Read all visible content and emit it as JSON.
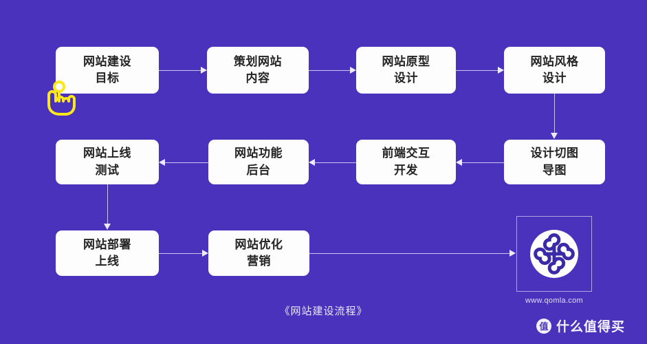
{
  "background_color": "#4a32bd",
  "node_fill": "#fdfdfd",
  "node_text_color": "#232323",
  "connector_color": "#cfc3ef",
  "accent_cursor_color": "#ffe81a",
  "caption": "《网站建设流程》",
  "flow": {
    "rows": [
      {
        "direction": "left-to-right",
        "nodes": [
          {
            "line1": "网站建设",
            "line2": "目标"
          },
          {
            "line1": "策划网站",
            "line2": "内容"
          },
          {
            "line1": "网站原型",
            "line2": "设计"
          },
          {
            "line1": "网站风格",
            "line2": "设计"
          }
        ]
      },
      {
        "direction": "right-to-left",
        "nodes": [
          {
            "line1": "网站上线",
            "line2": "测试"
          },
          {
            "line1": "网站功能",
            "line2": "后台"
          },
          {
            "line1": "前端交互",
            "line2": "开发"
          },
          {
            "line1": "设计切图",
            "line2": "导图"
          }
        ]
      },
      {
        "direction": "left-to-right",
        "nodes": [
          {
            "line1": "网站部署",
            "line2": "上线"
          },
          {
            "line1": "网站优化",
            "line2": "营销"
          }
        ]
      }
    ]
  },
  "logo": {
    "url": "www.qomla.com",
    "mark_name": "qomla-clover-logo"
  },
  "cursor": {
    "icon": "tap-hand-icon"
  },
  "watermark": {
    "badge": "值",
    "text": "什么值得买"
  }
}
